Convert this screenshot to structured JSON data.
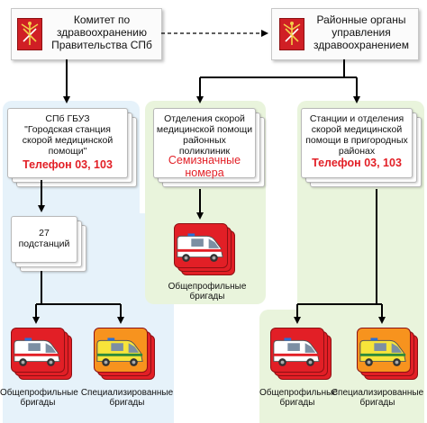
{
  "committee": {
    "text": "Комитет по\nздравоохранению\nПравительства СПб"
  },
  "district": {
    "text": "Районные органы\nуправления\nздравоохранением"
  },
  "station": {
    "text": "СПб ГБУЗ\n\"Городская станция\nскорой медицинской\nпомощи\"",
    "phone": "Телефон 03, 103"
  },
  "substations": {
    "text": "27\nподстанций"
  },
  "polyclinic": {
    "text": "Отделения скорой\nмедицинской помощи\nрайонных\nполиклиник",
    "phone": "Семизначные\nномера"
  },
  "suburban": {
    "text": "Станции и отделения\nскорой медицинской\nпомощи в пригородных\nрайонах",
    "phone": "Телефон 03, 103"
  },
  "captions": {
    "general": "Общепрофильные\nбригады",
    "specialized": "Специализированные\nбригады"
  },
  "colors": {
    "red_plate": "#e21f26",
    "orange_plate": "#f7931e",
    "emblem_red": "#d01f25",
    "zone_blue": "#e6f2fa",
    "zone_green": "#e9f4dc",
    "phone_red": "#e21f26",
    "arrow": "#000000"
  },
  "icons": {
    "emblem": "spb-coat-of-arms-icon",
    "ambulance": "ambulance-van-icon",
    "specialized": "specialized-ambulance-icon"
  }
}
